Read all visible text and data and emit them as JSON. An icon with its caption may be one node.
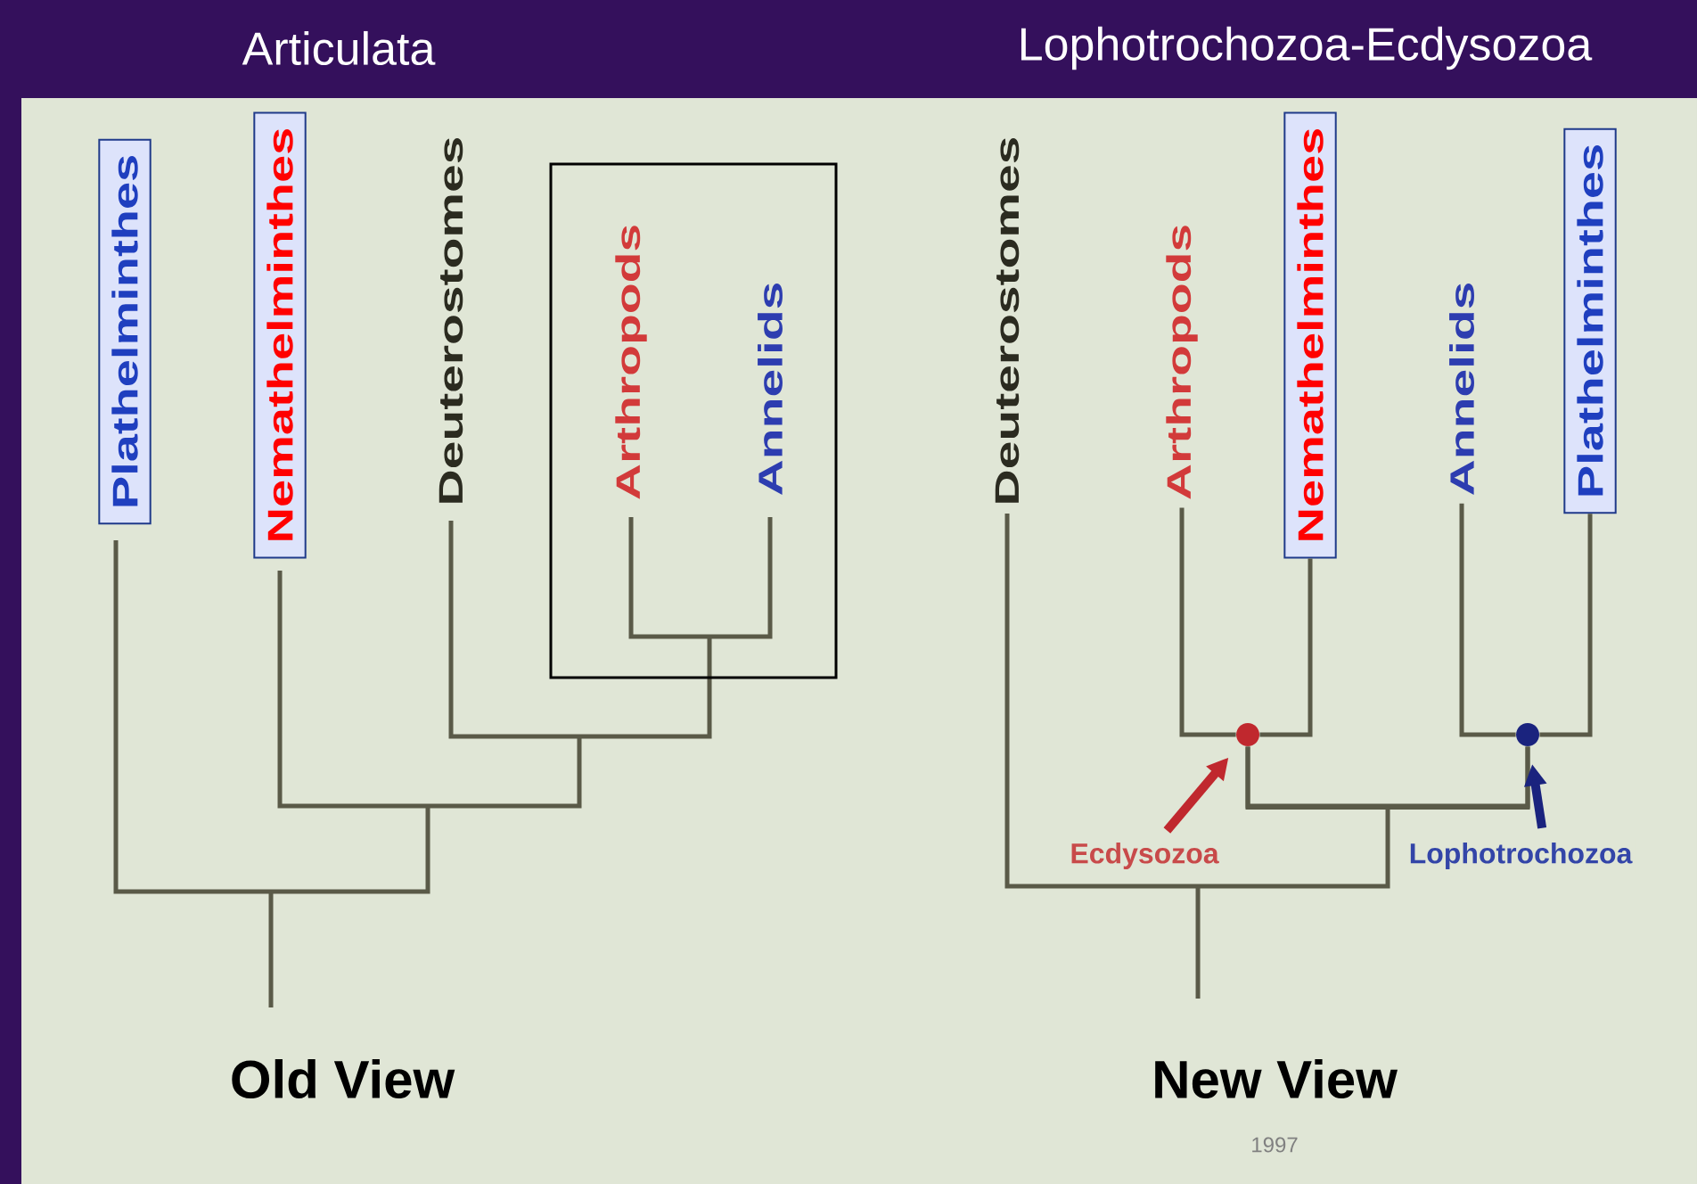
{
  "diagram": {
    "nodes": [
      {
        "text": [
          "Plathelminthes"
        ]
      },
      {
        "text": [
          "Nemathelminthes"
        ]
      },
      {
        "text": [
          "Deuterostomes"
        ]
      },
      {
        "text": [],
        "shape": "box"
      },
      {
        "text": [
          "Arthropods"
        ],
        "in": 3
      },
      {
        "text": [
          "Annelids"
        ],
        "in": 3
      },
      {
        "text": [
          "Deuterostomes"
        ]
      },
      {
        "text": [
          "Arthropods"
        ]
      },
      {
        "text": [
          "Nemathelminthes"
        ]
      },
      {
        "text": [
          "Annelids"
        ]
      },
      {
        "text": [
          "Plathelminthes"
        ]
      },
      {
        "text": [],
        "shape": "circle"
      },
      {
        "text": [],
        "shape": "circle"
      },
      {
        "text": [
          "Ecdysozoa"
        ]
      },
      {
        "text": [
          "Lophotrochozoa"
        ]
      }
    ],
    "edges": [
      {
        "from": 11,
        "to": 12,
        "arrow": "none"
      },
      {
        "from": 6,
        "to": 11,
        "arrow": "none"
      },
      {
        "from": 6,
        "to": 12,
        "arrow": "none"
      },
      {
        "from": 7,
        "to": 11,
        "arrow": "none"
      },
      {
        "from": 8,
        "to": 11,
        "arrow": "none"
      },
      {
        "from": 9,
        "to": 12,
        "arrow": "none"
      },
      {
        "from": 10,
        "to": 12,
        "arrow": "none"
      },
      {
        "from": 13,
        "to": 11,
        "arrow": "to",
        "style": "thick",
        "color": "#c0282e"
      },
      {
        "from": 14,
        "to": 12,
        "arrow": "to",
        "style": "thick",
        "color": "#1a237e"
      }
    ],
    "labels": [
      "Articulata",
      "Lophotrochozoa-Ecdysozoa",
      "Old View",
      "New View",
      "1997"
    ]
  }
}
